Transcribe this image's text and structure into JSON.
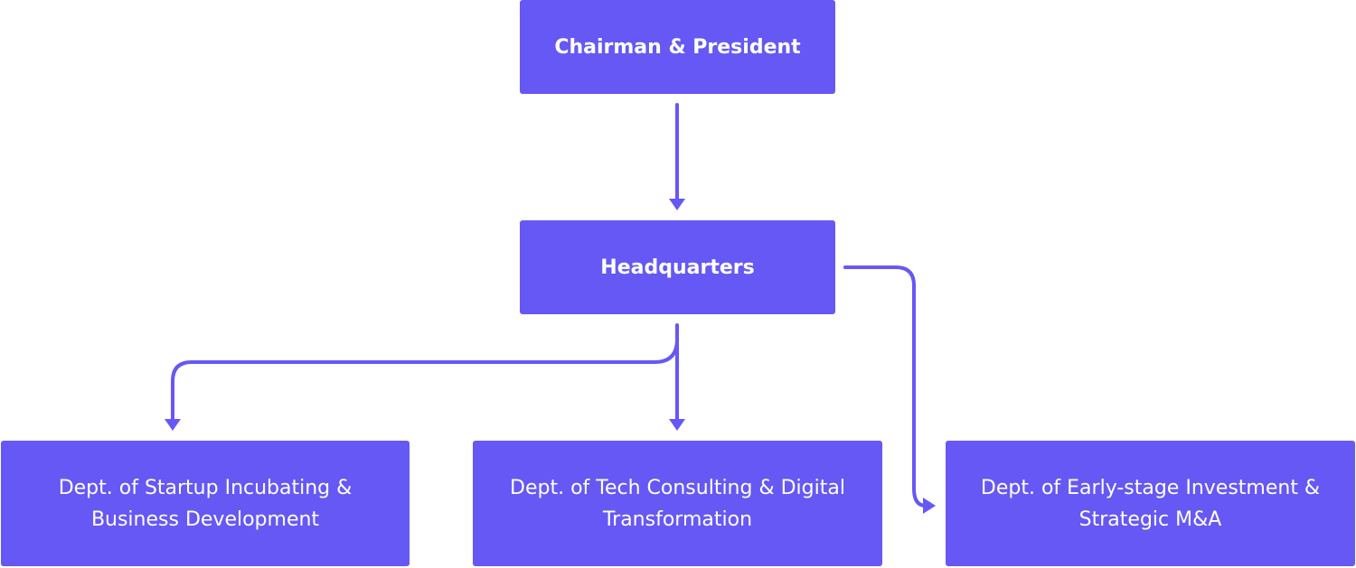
{
  "colors": {
    "node_fill": "#6658f5",
    "connector": "#6658f5",
    "text": "#ffffff",
    "background": "#ffffff"
  },
  "nodes": {
    "chairman": "Chairman & President",
    "headquarters": "Headquarters",
    "dept_startup": "Dept. of  Startup Incubating &\nBusiness Development",
    "dept_tech": "Dept. of Tech Consulting & Digital\nTransformation",
    "dept_investment": "Dept. of  Early-stage Investment &\nStrategic M&A"
  }
}
